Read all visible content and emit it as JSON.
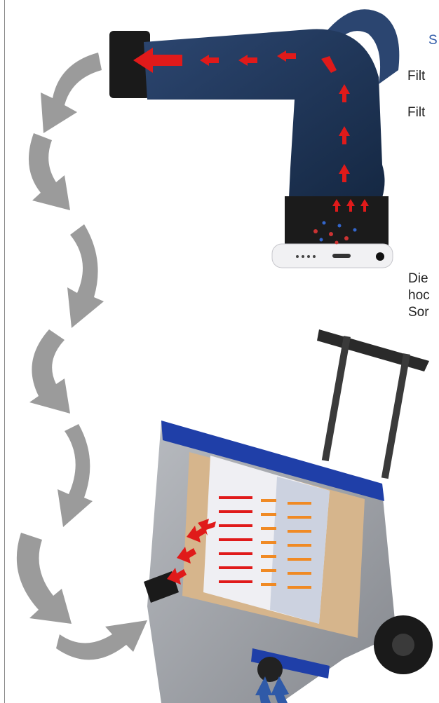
{
  "text": {
    "heading": "S",
    "line1": "Filt",
    "line2": "Filt",
    "para": [
      "Die",
      "hoc",
      "Sor"
    ]
  },
  "colors": {
    "heading": "#2f5aa8",
    "arm": "#1f3558",
    "flow_arrow": "#e01a1a",
    "clean_arrow": "#f08a24",
    "return_arrow": "#9b9b9b",
    "housing": "#a3a6ac",
    "accent": "#1f3fa8"
  }
}
